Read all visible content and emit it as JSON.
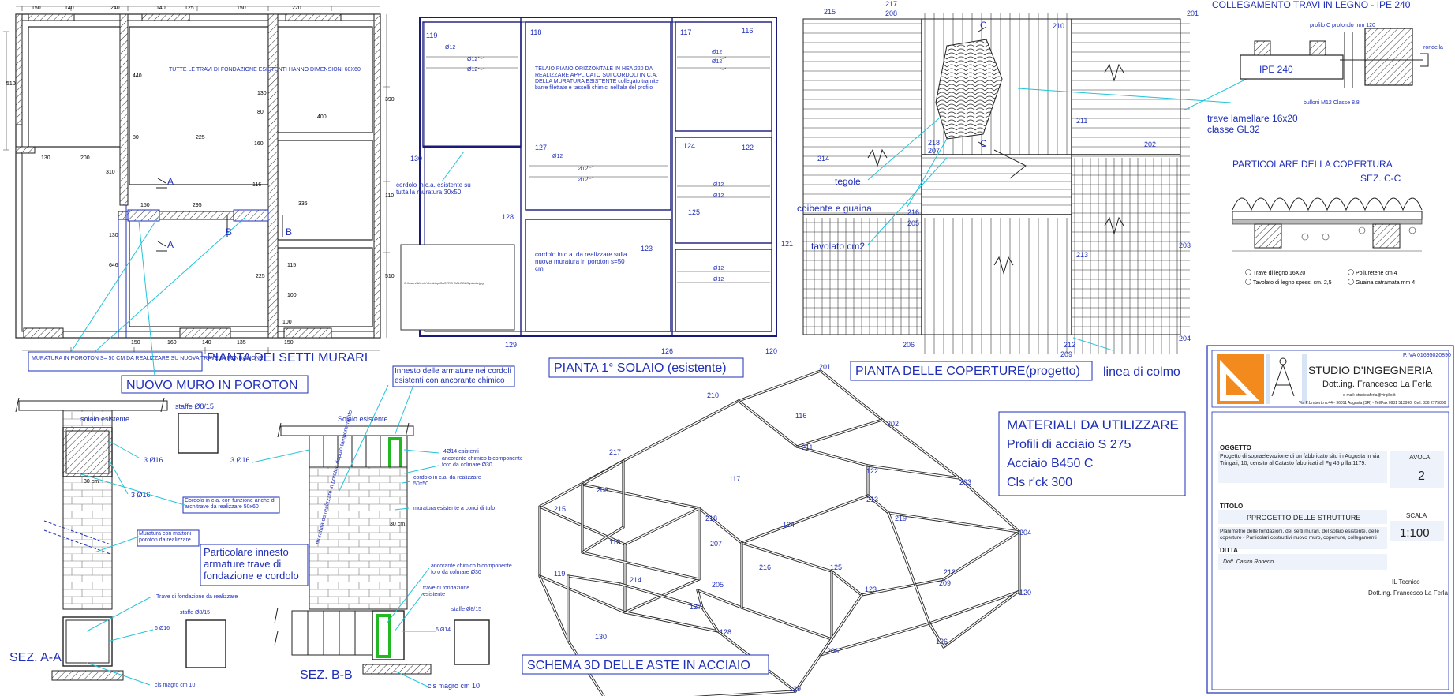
{
  "plan_walls": {
    "title": "PIANTA DEI SETTI MURARI",
    "note": "TUTTE LE TRAVI DI FONDAZIONE ESISTENTI HANNO DIMENSIONI 60X60",
    "poroton_note": "MURATURA IN POROTON S= 50 CM DA REALIZZARE SU NUOVA TRAVE DI FONDAZIONE",
    "new_wall_label": "NUOVO MURO IN POROTON",
    "section_a": "A",
    "section_b": "B",
    "dims": [
      "150",
      "140",
      "240",
      "140",
      "125",
      "150",
      "220",
      "510",
      "440",
      "80",
      "150",
      "295",
      "116",
      "310",
      "80",
      "130",
      "130",
      "200",
      "400",
      "150",
      "160",
      "135",
      "110",
      "335",
      "390",
      "225",
      "130",
      "160",
      "225",
      "140",
      "150",
      "100",
      "115",
      "100",
      "646",
      "510"
    ]
  },
  "plan_floor": {
    "title": "PIANTA 1° SOLAIO (esistente)",
    "note_frame": "TELAIO PIANO ORIZZONTALE IN HEA 220 DA REALIZZARE APPLICATO SUI CORDOLI IN C.A. DELLA MURATURA ESISTENTE collegato tramite barre filettate e tasselli chimici nell'ala del profilo",
    "note_cordolo_exist": "cordolo in c.a. esistente su tutta la muratura 30x50",
    "note_cordolo_new": "cordolo in c.a. da realizzare sulla nuova muratura in poroton s=50 cm",
    "nodes": [
      "119",
      "118",
      "117",
      "116",
      "130",
      "127",
      "124",
      "122",
      "128",
      "125",
      "123",
      "121",
      "129",
      "126",
      "120"
    ],
    "bar": "Ø12",
    "image_placeholder": "C:\\Users\\Utente\\Desktop\\CASTRO CALCOLO\\pianta.jpg"
  },
  "plan_roof": {
    "title": "PIANTA DELLE COPERTURE(progetto)",
    "nodes": [
      "215",
      "217",
      "208",
      "201",
      "210",
      "211",
      "218",
      "207",
      "214",
      "202",
      "216",
      "205",
      "213",
      "203",
      "206",
      "212",
      "209",
      "204"
    ],
    "labels": {
      "tegole": "tegole",
      "coibente": "coibente e guaina",
      "tavolato": "tavolato cm2",
      "colmo": "linea di colmo",
      "trave": "trave lamellare 16x20",
      "classe": "classe GL32",
      "c": "C"
    }
  },
  "connection": {
    "title": "COLLEGAMENTO TRAVI IN LEGNO - IPE 240",
    "profilo": "profilo C profondo mm 120",
    "ipe": "IPE 240",
    "rondella": "rondella",
    "bulloni": "bulloni M12 Classe 8.8"
  },
  "roof_detail": {
    "title": "PARTICOLARE DELLA COPERTURA",
    "section": "SEZ. C-C",
    "legend": [
      "Trave di legno 16X20",
      "Tavolato di legno spess. cm. 2,5",
      "Poliuretene cm 4",
      "Guaina catramata mm 4"
    ]
  },
  "section_aa": {
    "title": "SEZ. A-A",
    "solaio": "solaio esistente",
    "staffe": "staffe Ø8/15",
    "bars1": "3 Ø16",
    "bars2": "3 Ø16",
    "cordolo_note": "Cordolo in c.a. con funzione anche di architrave da realizzare 50x60",
    "muratura_note": "Muratura con mattoni poroton da realizzare",
    "trave_note": "Trave di fondazione da realizzare",
    "staffe2": "staffe Ø8/15",
    "bars3": "6 Ø16",
    "cls": "cls magro cm 10",
    "particolare": "Particolare innesto armature trave di fondazione e cordolo",
    "w30": "30 cm"
  },
  "section_bb": {
    "title": "SEZ. B-B",
    "solaio": "Solaio esistente",
    "innesto": "Innesto delle armature nei cordoli esistenti con ancorante chimico",
    "bars_ex": "4Ø14 esistenti",
    "ancorante": "ancorante chimico bicomponente foro da colmare Ø30",
    "cordolo": "cordolo in c.a. da realizzare 50x50",
    "muratura": "muratura esistente a conci di tufo",
    "poroton": "muratura da realizzare in poroton doppio tamponamento",
    "ancorante2": "ancorante chimico bicomponente foro da colmare Ø30",
    "trave": "trave di fondazione esistente",
    "staffe": "staffe Ø8/15",
    "bars": "6 Ø14",
    "cls": "cls magro cm 10",
    "bars_left": "3 Ø16",
    "w30": "30 cm"
  },
  "schema3d": {
    "title": "SCHEMA 3D DELLE ASTE IN ACCIAIO",
    "nodes": [
      "201",
      "210",
      "116",
      "202",
      "217",
      "211",
      "122",
      "208",
      "117",
      "203",
      "215",
      "218",
      "213",
      "219",
      "204",
      "118",
      "207",
      "124",
      "216",
      "125",
      "212",
      "209",
      "119",
      "214",
      "205",
      "123",
      "120",
      "127",
      "128",
      "130",
      "206",
      "126",
      "129"
    ]
  },
  "materials": {
    "title": "MATERIALI DA UTILIZZARE",
    "lines": [
      "Profili di acciaio S 275",
      "Acciaio B450 C",
      "Cls r'ck 300"
    ]
  },
  "title_block": {
    "piva": "P.IVA 01695020890",
    "studio": "STUDIO D'INGEGNERIA",
    "engineer": "Dott.ing. Francesco La Ferla",
    "email": "e-mail: studiolaferla@virgilio.it",
    "address": "Via P.Umberto n.44 - 96011 Augusta (SR) - Tel/Fax 0931 513990, Cell. 336 2775860",
    "oggetto_label": "OGGETTO",
    "oggetto": "Progetto di sopraelevazione di un fabbricato sito in Augusta in via Tringali, 10, censito al Catasto fabbricati al Fg 45 p.lla 1179.",
    "tavola_label": "TAVOLA",
    "tavola": "2",
    "titolo_label": "TITOLO",
    "titolo": "PPROGETTO DELLE STRUTTURE",
    "scala_label": "SCALA",
    "scala": "1:100",
    "descr": "Planimetrie delle fondazioni, dei setti murari, del solaio esistente, delle coperture - Particolari costruttivi nuovo muro, coperture, collegamenti",
    "ditta_label": "DITTA",
    "ditta": "Dott. Castro Roberto",
    "tecnico_label": "IL Tecnico",
    "tecnico": "Dott.ing. Francesco La Ferla"
  }
}
